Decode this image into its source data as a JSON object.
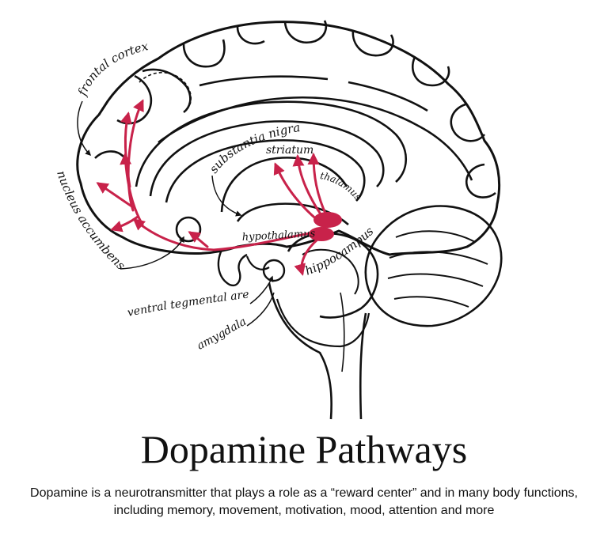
{
  "title": "Dopamine Pathways",
  "description": {
    "line1": "Dopamine is a neurotransmitter that plays a role as a “reward center” and in many body functions,",
    "line2": "including memory, movement, motivation, mood, attention and more"
  },
  "labels": {
    "frontal_cortex": "frontal cortex",
    "nucleus_accumbens": "nucleus accumbens",
    "substantia_nigra": "substantia nigra",
    "striatum": "striatum",
    "thalamus": "thalamus",
    "hypothalamus": "hypothalamus",
    "hippocampus": "hippocampus",
    "ventral_tegmental_area": "ventral tegmental area",
    "amygdala": "amygdala"
  },
  "colors": {
    "pathway": "#c8224a",
    "outline": "#111111"
  }
}
